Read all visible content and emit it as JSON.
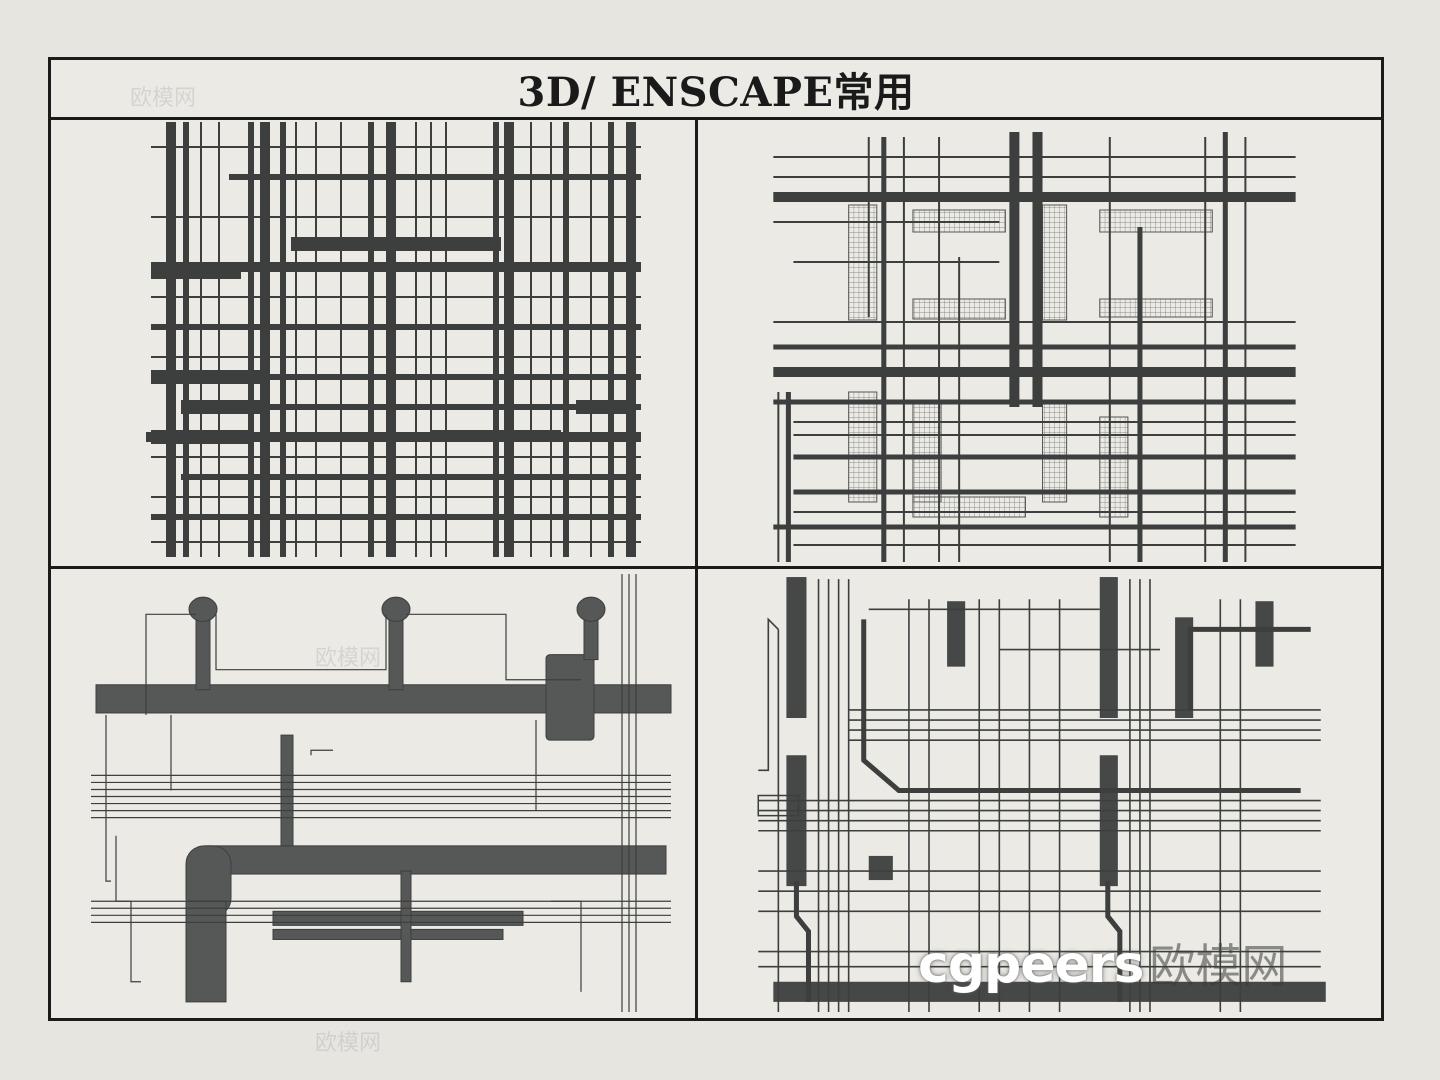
{
  "title": "3D/ ENSCAPE常用",
  "logo": {
    "brand": "cgpeers",
    "site_cn": "欧模网"
  },
  "panels": [
    {
      "icon": "pipe-grid-top-view-icon"
    },
    {
      "icon": "cable-tray-top-view-icon"
    },
    {
      "icon": "hvac-duct-front-view-icon"
    },
    {
      "icon": "duct-pipe-network-icon"
    }
  ],
  "colors": {
    "background": "#e7e5e0",
    "frame": "#1b1b1b",
    "pipe": "#3d3f3e"
  }
}
